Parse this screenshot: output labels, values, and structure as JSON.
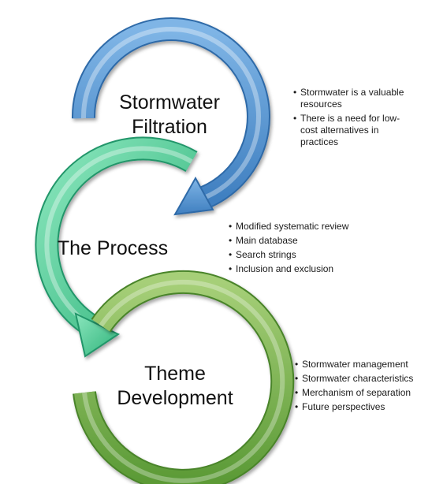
{
  "stages": [
    {
      "title_lines": [
        "Stormwater",
        "Filtration"
      ],
      "color": "#5b9bd5",
      "bullets": [
        "Stormwater is a valuable resources",
        "There is a need for low-cost alternatives in practices"
      ]
    },
    {
      "title_lines": [
        "The Process"
      ],
      "color": "#4fcf9a",
      "bullets": [
        "Modified systematic review",
        "Main database",
        "Search strings",
        "Inclusion and exclusion"
      ]
    },
    {
      "title_lines": [
        "Theme",
        "Development"
      ],
      "color": "#70ad47",
      "bullets": [
        "Stormwater management",
        "Stormwater characteristics",
        "Merchanism of separation",
        "Future perspectives"
      ]
    }
  ]
}
